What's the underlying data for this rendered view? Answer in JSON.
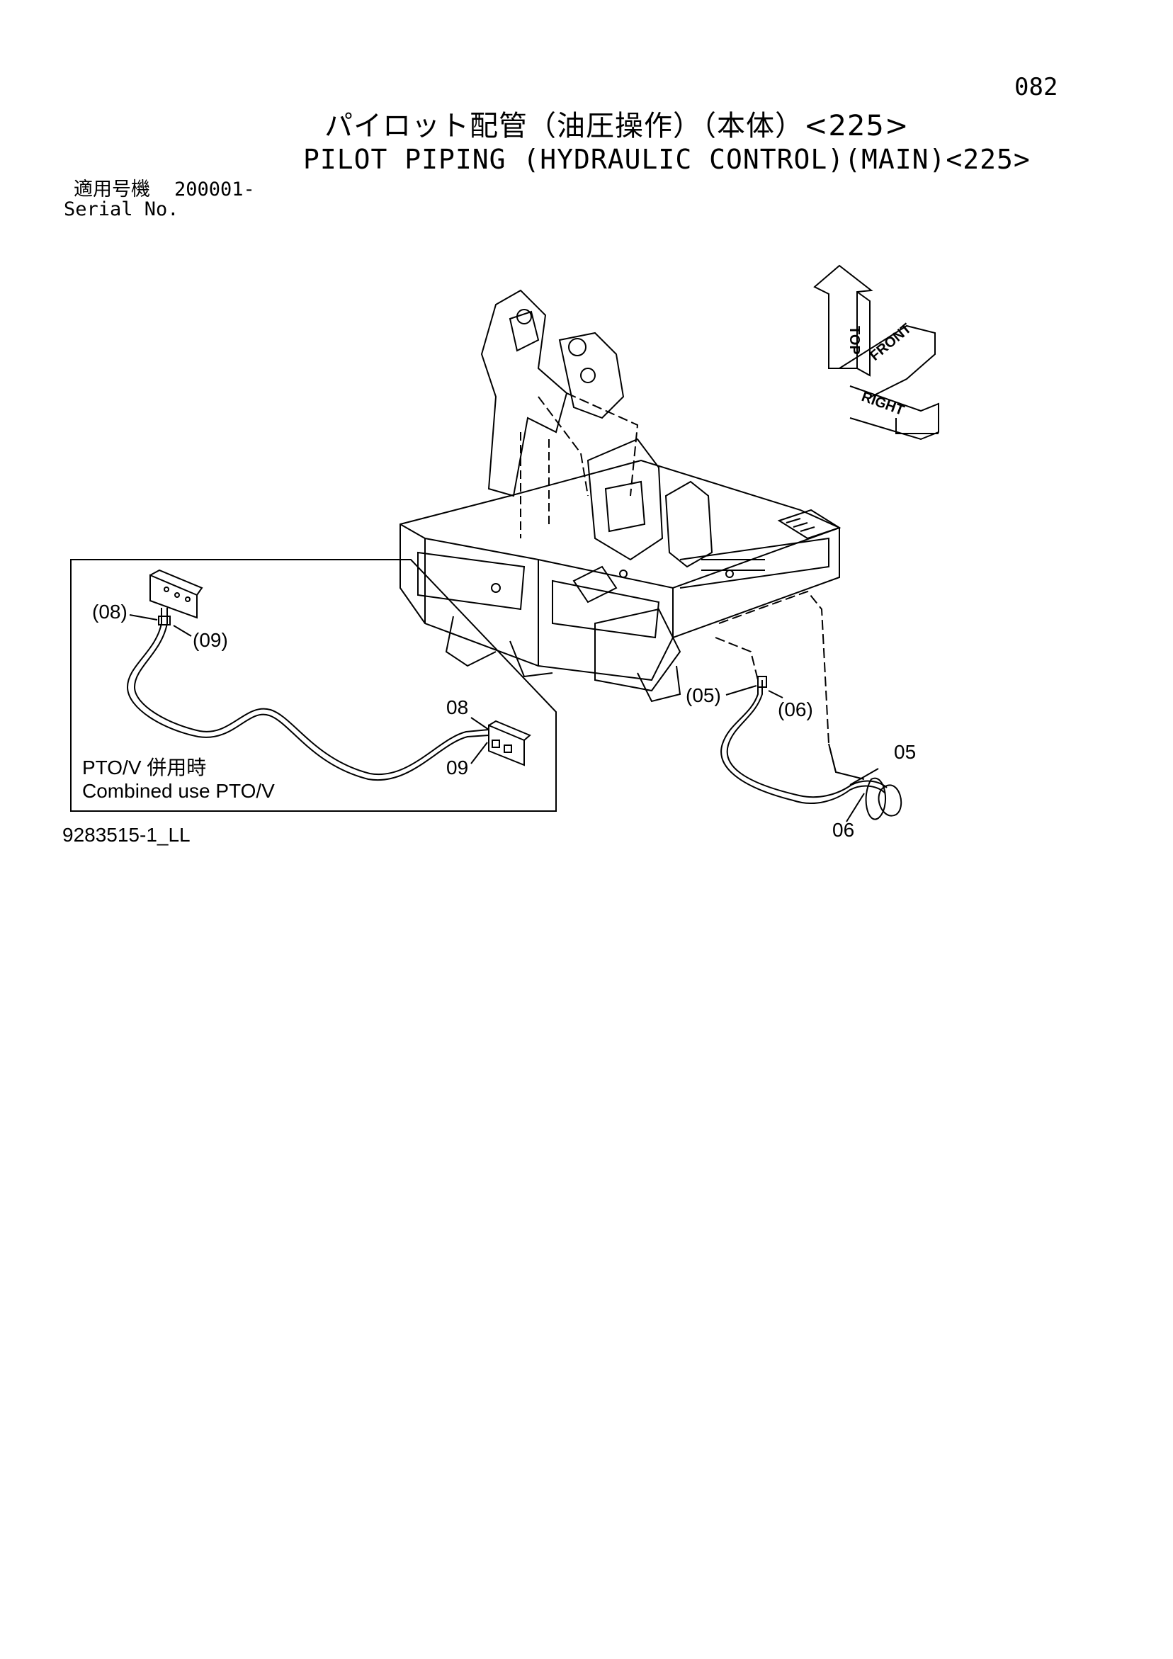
{
  "page_number": "082",
  "title": {
    "japanese": "パイロット配管（油圧操作）（本体）<225>",
    "english": "PILOT PIPING (HYDRAULIC CONTROL)(MAIN)<225>"
  },
  "serial": {
    "label_jp": "適用号機",
    "value": "200001-",
    "label_en": "Serial No."
  },
  "orientation": {
    "top": "TOP",
    "front": "FRONT",
    "right": "RIGHT"
  },
  "inset": {
    "caption_jp": "PTO/V 併用時",
    "caption_en": "Combined use PTO/V",
    "callouts": [
      "(08)",
      "(09)",
      "08",
      "09"
    ]
  },
  "main_callouts": [
    "(05)",
    "(06)",
    "05",
    "06"
  ],
  "drawing_number": "9283515-1_LL"
}
